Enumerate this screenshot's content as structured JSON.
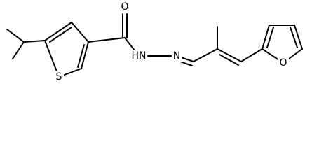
{
  "molecule": {
    "atom_labels": {
      "sulfur": "S",
      "carbonyl_oxygen": "O",
      "amide_nh": "HN",
      "imine_n": "N",
      "furan_oxygen": "O"
    },
    "colors": {
      "bond": "#000000",
      "label": "#000000",
      "background": "#ffffff"
    }
  }
}
